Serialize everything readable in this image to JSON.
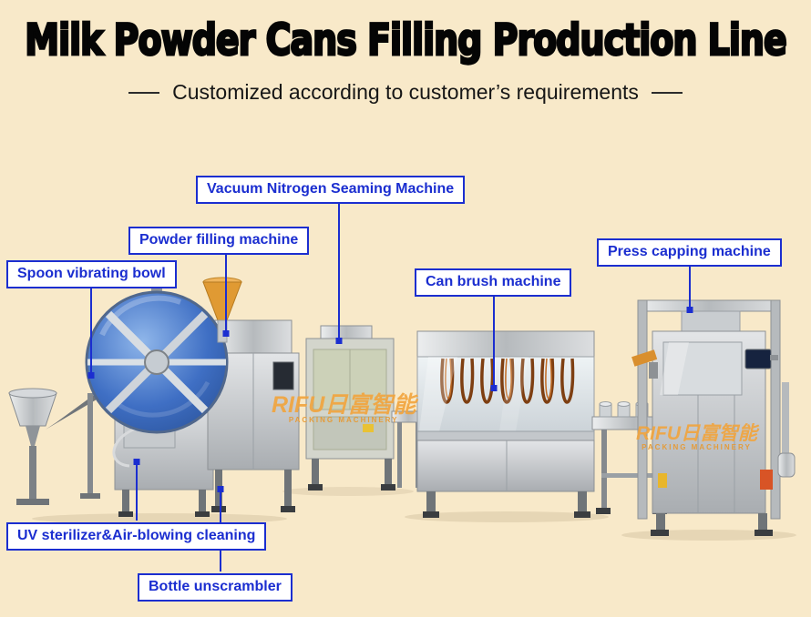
{
  "header": {
    "title": "Milk Powder Cans Filling Production Line",
    "subtitle": "Customized according to customer’s requirements"
  },
  "machine_labels": {
    "vacuum_seaming": "Vacuum Nitrogen Seaming Machine",
    "powder_filling": "Powder filling machine",
    "spoon_bowl": "Spoon vibrating bowl",
    "can_brush": "Can brush machine",
    "press_capping": "Press capping machine",
    "uv_sterilizer": "UV sterilizer&Air-blowing cleaning",
    "bottle_unscrambler": "Bottle unscrambler"
  },
  "watermark": {
    "brand": "RIFU日富智能",
    "tagline": "PACKING MACHINERY"
  },
  "colors": {
    "background": "#f8e9c9",
    "label_blue": "#1b2ed0",
    "title_black": "#050505",
    "watermark_orange": "#f2a43c",
    "disc_blue": "#3f6fc4"
  }
}
